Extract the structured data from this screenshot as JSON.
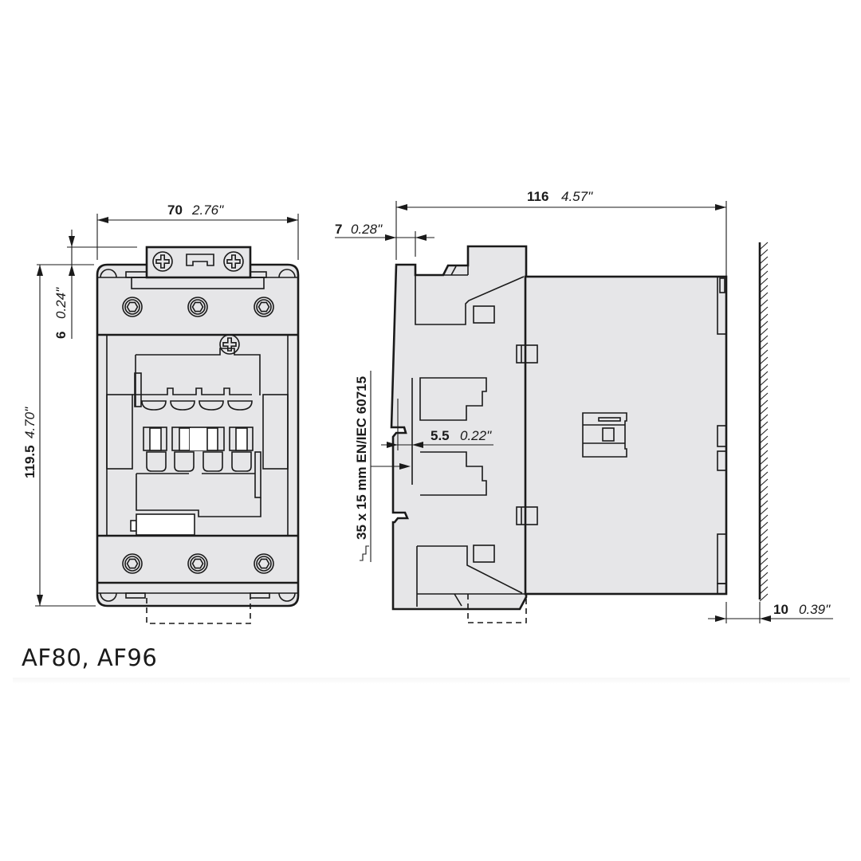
{
  "caption": "AF80, AF96",
  "colors": {
    "body_fill": "#e6e6e8",
    "line": "#1a1a1a",
    "background": "#ffffff"
  },
  "front_view": {
    "width_dim": {
      "mm": "70",
      "inch": "2.76\""
    },
    "offset_dim": {
      "mm": "6",
      "inch": "0.24\""
    },
    "height_dim": {
      "mm": "119.5",
      "inch": "4.70\""
    }
  },
  "side_view": {
    "depth_dim": {
      "mm": "116",
      "inch": "4.57\""
    },
    "flange_dim": {
      "mm": "7",
      "inch": "0.28\""
    },
    "rail_dim": {
      "mm": "5.5",
      "inch": "0.22\""
    },
    "rail_label": "35 x 15 mm EN/IEC 60715",
    "wall_clearance_dim": {
      "mm": "10",
      "inch": "0.39\""
    }
  }
}
